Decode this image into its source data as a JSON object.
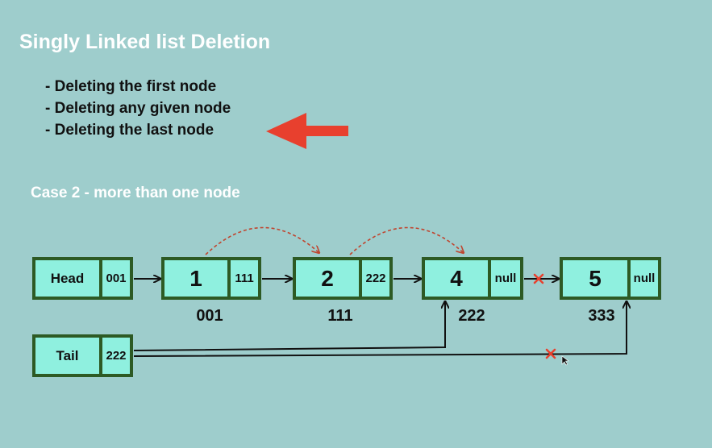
{
  "title": "Singly Linked list Deletion",
  "bullets": [
    "- Deleting the first node",
    "- Deleting any given node",
    "- Deleting the last node"
  ],
  "case_label": "Case 2 - more than one node",
  "head": {
    "label": "Head",
    "pointer": "001"
  },
  "tail": {
    "label": "Tail",
    "pointer": "222"
  },
  "nodes": [
    {
      "value": "1",
      "next": "111",
      "address": "001"
    },
    {
      "value": "2",
      "next": "222",
      "address": "111"
    },
    {
      "value": "4",
      "next": "null",
      "address": "222"
    },
    {
      "value": "5",
      "next": "null",
      "address": "333"
    }
  ],
  "colors": {
    "background": "#9ecdcc",
    "node_fill": "#8ff0df",
    "node_border": "#2d5a24",
    "arrow": "#e8402e",
    "delete_mark": "#e8402e",
    "dashed_arrow": "#c0452f"
  }
}
